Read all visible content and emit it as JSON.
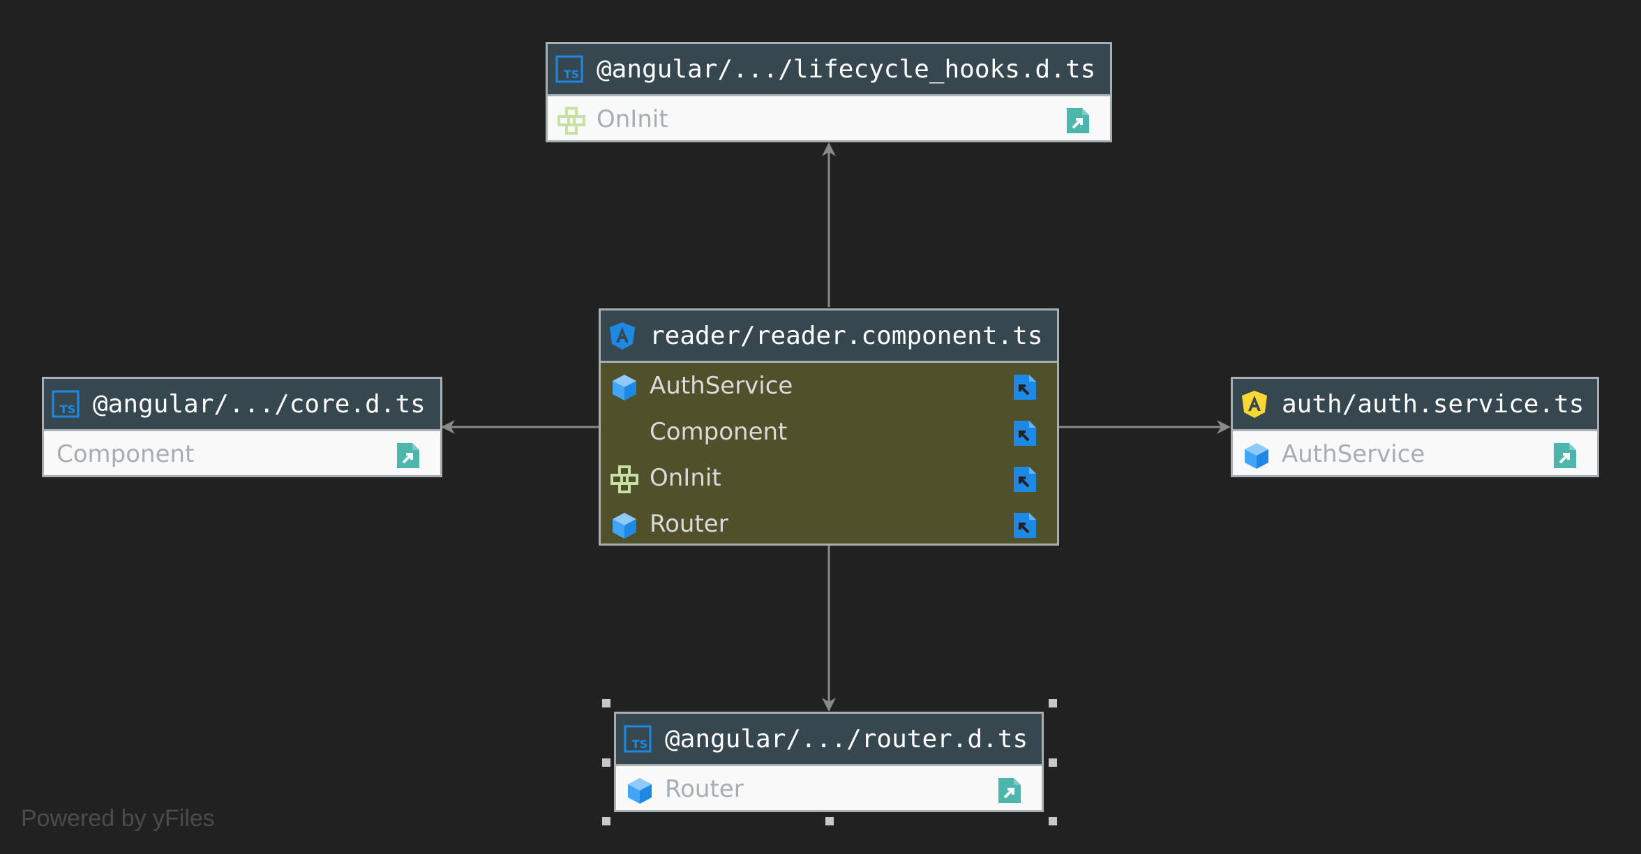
{
  "colors": {
    "background": "#212121",
    "header": "#37474f",
    "body": "#f9f9f9",
    "main_body": "#50502a",
    "border": "#a9aeb1",
    "edge": "#8a8a8a",
    "ts_icon": "#1e88e5",
    "angular_blue": "#1e88e5",
    "angular_yellow": "#fdd835",
    "class_icon": "#42a5f5",
    "interface_icon": "#c5e1a5",
    "file_link": "#4db6ac",
    "file_link_main": "#1e88e5"
  },
  "nodes": {
    "lifecycle": {
      "title": "@angular/.../lifecycle_hooks.d.ts",
      "file_icon": "typescript-file-icon",
      "members": [
        {
          "label": "OnInit",
          "icon": "interface-icon"
        }
      ]
    },
    "main": {
      "title": "reader/reader.component.ts",
      "file_icon": "angular-component-icon",
      "members": [
        {
          "label": "AuthService",
          "icon": "class-icon"
        },
        {
          "label": "Component",
          "icon": ""
        },
        {
          "label": "OnInit",
          "icon": "interface-icon"
        },
        {
          "label": "Router",
          "icon": "class-icon"
        }
      ]
    },
    "core": {
      "title": "@angular/.../core.d.ts",
      "file_icon": "typescript-file-icon",
      "members": [
        {
          "label": "Component",
          "icon": ""
        }
      ]
    },
    "auth": {
      "title": "auth/auth.service.ts",
      "file_icon": "angular-service-icon",
      "members": [
        {
          "label": "AuthService",
          "icon": "class-icon"
        }
      ]
    },
    "router": {
      "title": "@angular/.../router.d.ts",
      "file_icon": "typescript-file-icon",
      "members": [
        {
          "label": "Router",
          "icon": "class-icon"
        }
      ]
    }
  },
  "edges": [
    {
      "from": "main",
      "to": "lifecycle"
    },
    {
      "from": "main",
      "to": "core"
    },
    {
      "from": "main",
      "to": "auth"
    },
    {
      "from": "main",
      "to": "router"
    }
  ],
  "selection": {
    "selected_node": "router"
  },
  "footer": {
    "text": "Powered by yFiles"
  }
}
